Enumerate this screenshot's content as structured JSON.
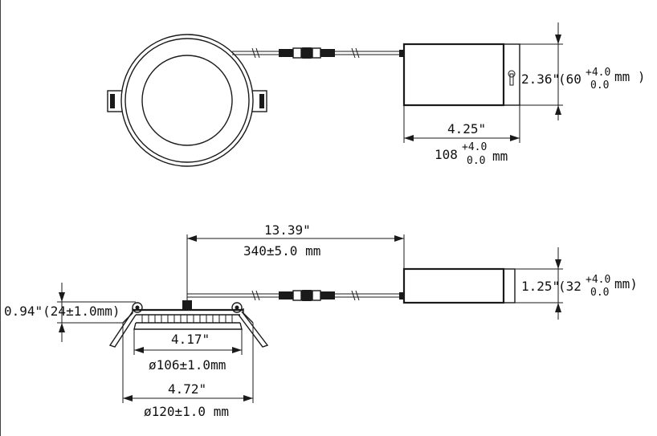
{
  "dimensions": {
    "driver_top_height": {
      "inch": "2.36\"",
      "mm_prefix": "(60",
      "tol_plus": "+4.0",
      "tol_minus": "0.0",
      "unit": "mm )"
    },
    "driver_top_length": {
      "inch": "4.25\"",
      "mm_prefix": "108",
      "tol_plus": "+4.0",
      "tol_minus": "0.0",
      "unit": "mm"
    },
    "cable_length": {
      "inch": "13.39\"",
      "mm": "340±5.0 mm"
    },
    "driver_side_height": {
      "inch": "1.25\"",
      "mm_prefix": "(32",
      "tol_plus": "+4.0",
      "tol_minus": "0.0",
      "unit": "mm)"
    },
    "fixture_height": {
      "text": "0.94\"(24±1.0mm)"
    },
    "cutout_diameter": {
      "inch": "4.17\"",
      "mm": "ø106±1.0mm"
    },
    "outer_diameter": {
      "inch": "4.72\"",
      "mm": "ø120±1.0 mm"
    }
  }
}
